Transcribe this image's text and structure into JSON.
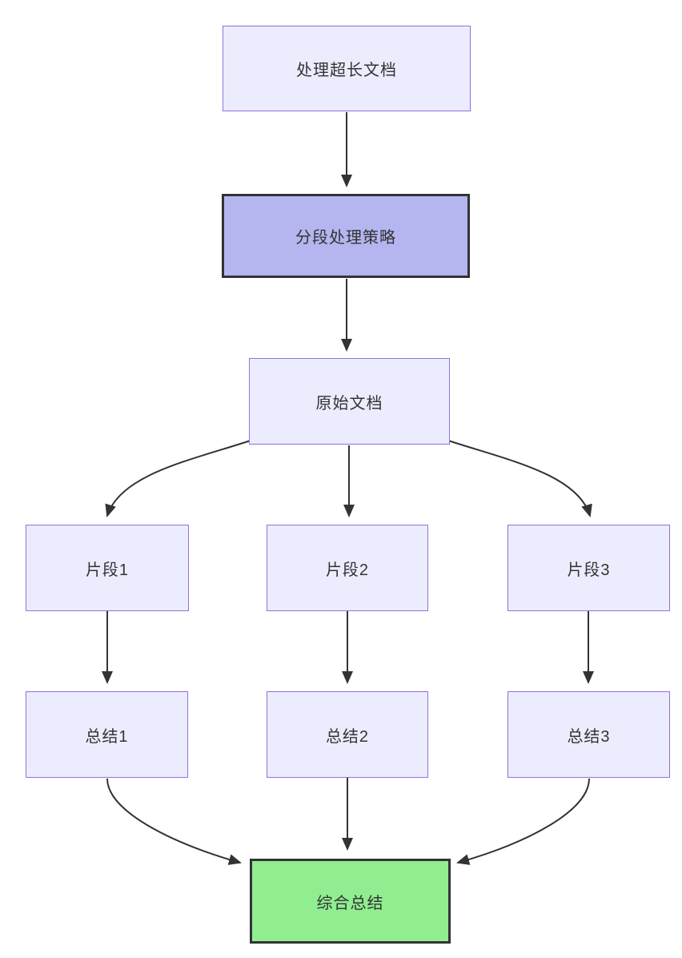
{
  "diagram": {
    "type": "flowchart",
    "direction": "top-down",
    "colors": {
      "background": "#ffffff",
      "node_fill": "#ECECFF",
      "node_border": "#9370DB",
      "highlight_fill": "#b5b5f0",
      "highlight_border": "#333333",
      "result_fill": "#90EE90",
      "result_border": "#333333",
      "edge_color": "#333333",
      "text_color": "#333333"
    },
    "nodes": [
      {
        "id": "doc",
        "label": "处理超长文档",
        "style": "default"
      },
      {
        "id": "strategy",
        "label": "分段处理策略",
        "style": "highlight"
      },
      {
        "id": "original",
        "label": "原始文档",
        "style": "default"
      },
      {
        "id": "frag1",
        "label": "片段1",
        "style": "default"
      },
      {
        "id": "frag2",
        "label": "片段2",
        "style": "default"
      },
      {
        "id": "frag3",
        "label": "片段3",
        "style": "default"
      },
      {
        "id": "sum1",
        "label": "总结1",
        "style": "default"
      },
      {
        "id": "sum2",
        "label": "总结2",
        "style": "default"
      },
      {
        "id": "sum3",
        "label": "总结3",
        "style": "default"
      },
      {
        "id": "final",
        "label": "综合总结",
        "style": "result"
      }
    ],
    "edges": [
      {
        "from": "处理超长文档",
        "to": "分段处理策略"
      },
      {
        "from": "分段处理策略",
        "to": "原始文档"
      },
      {
        "from": "原始文档",
        "to": "片段1"
      },
      {
        "from": "原始文档",
        "to": "片段2"
      },
      {
        "from": "原始文档",
        "to": "片段3"
      },
      {
        "from": "片段1",
        "to": "总结1"
      },
      {
        "from": "片段2",
        "to": "总结2"
      },
      {
        "from": "片段3",
        "to": "总结3"
      },
      {
        "from": "总结1",
        "to": "综合总结"
      },
      {
        "from": "总结2",
        "to": "综合总结"
      },
      {
        "from": "总结3",
        "to": "综合总结"
      }
    ]
  }
}
